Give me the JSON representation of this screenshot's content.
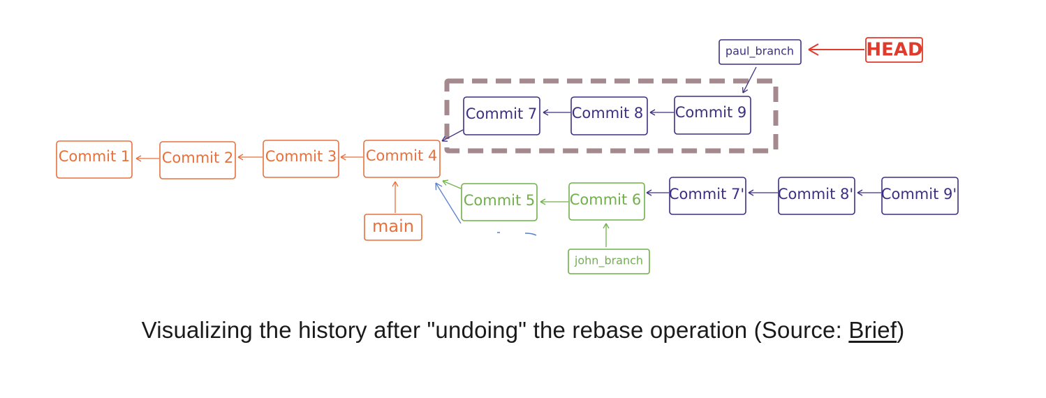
{
  "colors": {
    "orange": "#e8703c",
    "purple": "#3d2f82",
    "green": "#6fb04a",
    "red": "#e03a2c",
    "dashed_box": "#a48a8e",
    "blue_arrow": "#5b7fc9"
  },
  "nodes": {
    "c1": "Commit 1",
    "c2": "Commit 2",
    "c3": "Commit 3",
    "c4": "Commit 4",
    "c5": "Commit 5",
    "c6": "Commit 6",
    "c7": "Commit 7",
    "c8": "Commit 8",
    "c9": "Commit 9",
    "c7p": "Commit 7'",
    "c8p": "Commit 8'",
    "c9p": "Commit 9'"
  },
  "labels": {
    "main": "main",
    "john_branch": "john_branch",
    "paul_branch": "paul_branch",
    "head": "HEAD"
  },
  "caption": {
    "text": "Visualizing the history after \"undoing\" the rebase operation (Source: ",
    "link": "Brief",
    "suffix": ")"
  }
}
